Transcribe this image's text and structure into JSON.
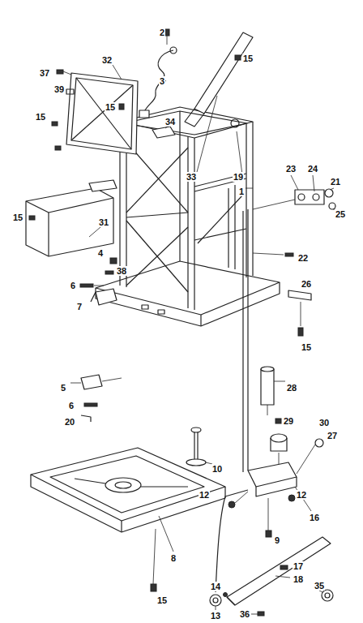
{
  "diagram": {
    "labels": [
      "2",
      "37",
      "32",
      "39",
      "3",
      "15",
      "15",
      "15",
      "34",
      "33",
      "19",
      "1",
      "23",
      "24",
      "21",
      "25",
      "22",
      "15",
      "31",
      "4",
      "38",
      "6",
      "7",
      "26",
      "15",
      "28",
      "5",
      "6",
      "20",
      "29",
      "30",
      "27",
      "10",
      "12",
      "12",
      "16",
      "9",
      "8",
      "17",
      "18",
      "15",
      "14",
      "35",
      "13",
      "36"
    ]
  }
}
